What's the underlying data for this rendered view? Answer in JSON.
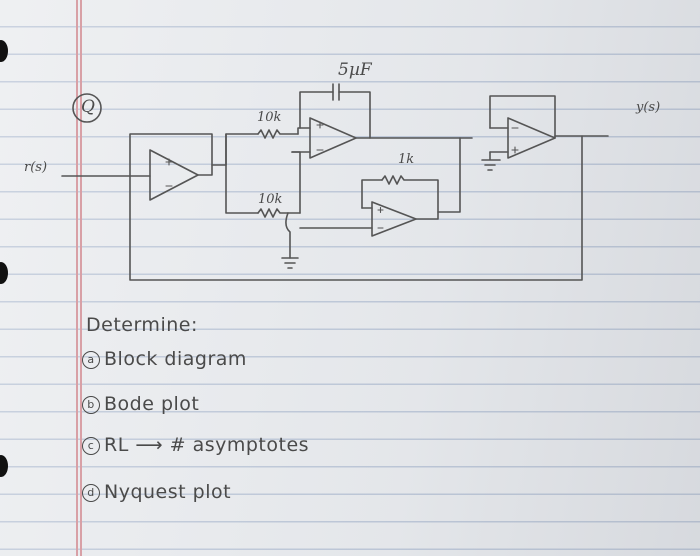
{
  "labels": {
    "problem_number": "Q",
    "capacitor": "5µF",
    "resistor_top": "10k",
    "resistor_bottom": "10k",
    "resistor_right": "1k",
    "input": "r(s)",
    "output": "y(s)"
  },
  "tasks": {
    "heading": "Determine:",
    "items": [
      {
        "marker": "a",
        "text": "Block diagram"
      },
      {
        "marker": "b",
        "text": "Bode plot"
      },
      {
        "marker": "c",
        "text": "RL ⟶ # asymptotes"
      },
      {
        "marker": "d",
        "text": "Nyquest plot"
      }
    ]
  }
}
